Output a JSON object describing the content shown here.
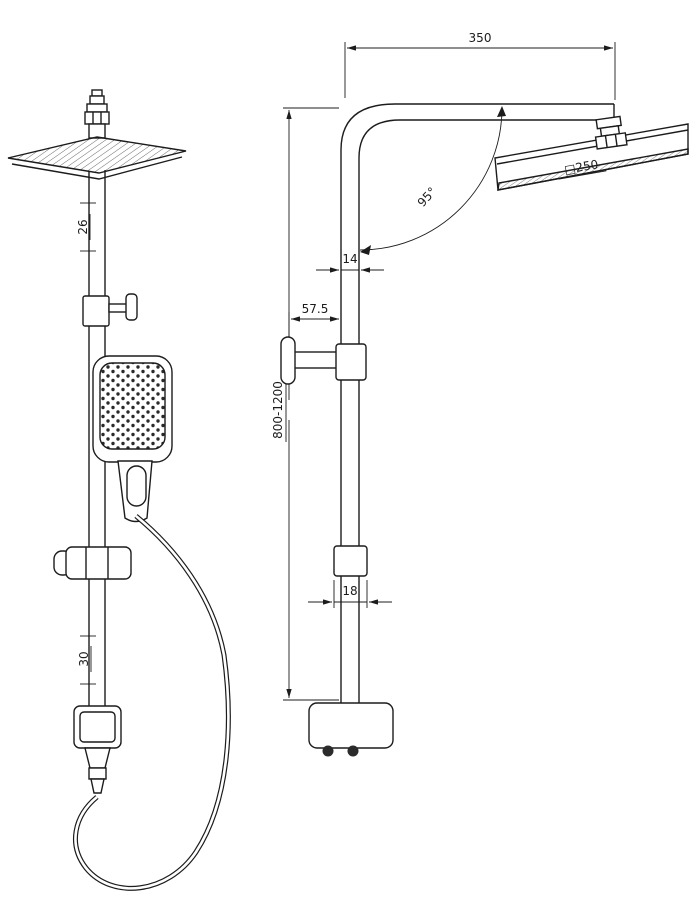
{
  "drawing": {
    "front_view": {
      "dim_upper_pipe": "26",
      "dim_lower_pipe": "30"
    },
    "side_view": {
      "dim_arm_length": "350",
      "dim_head_angle": "95°",
      "dim_head_size": "□250",
      "dim_pipe_width": "14",
      "dim_bracket_depth": "57.5",
      "dim_column_height": "800-1200",
      "dim_clamp_width": "18"
    },
    "colors": {
      "line": "#1c1c1c",
      "background": "#ffffff"
    }
  }
}
